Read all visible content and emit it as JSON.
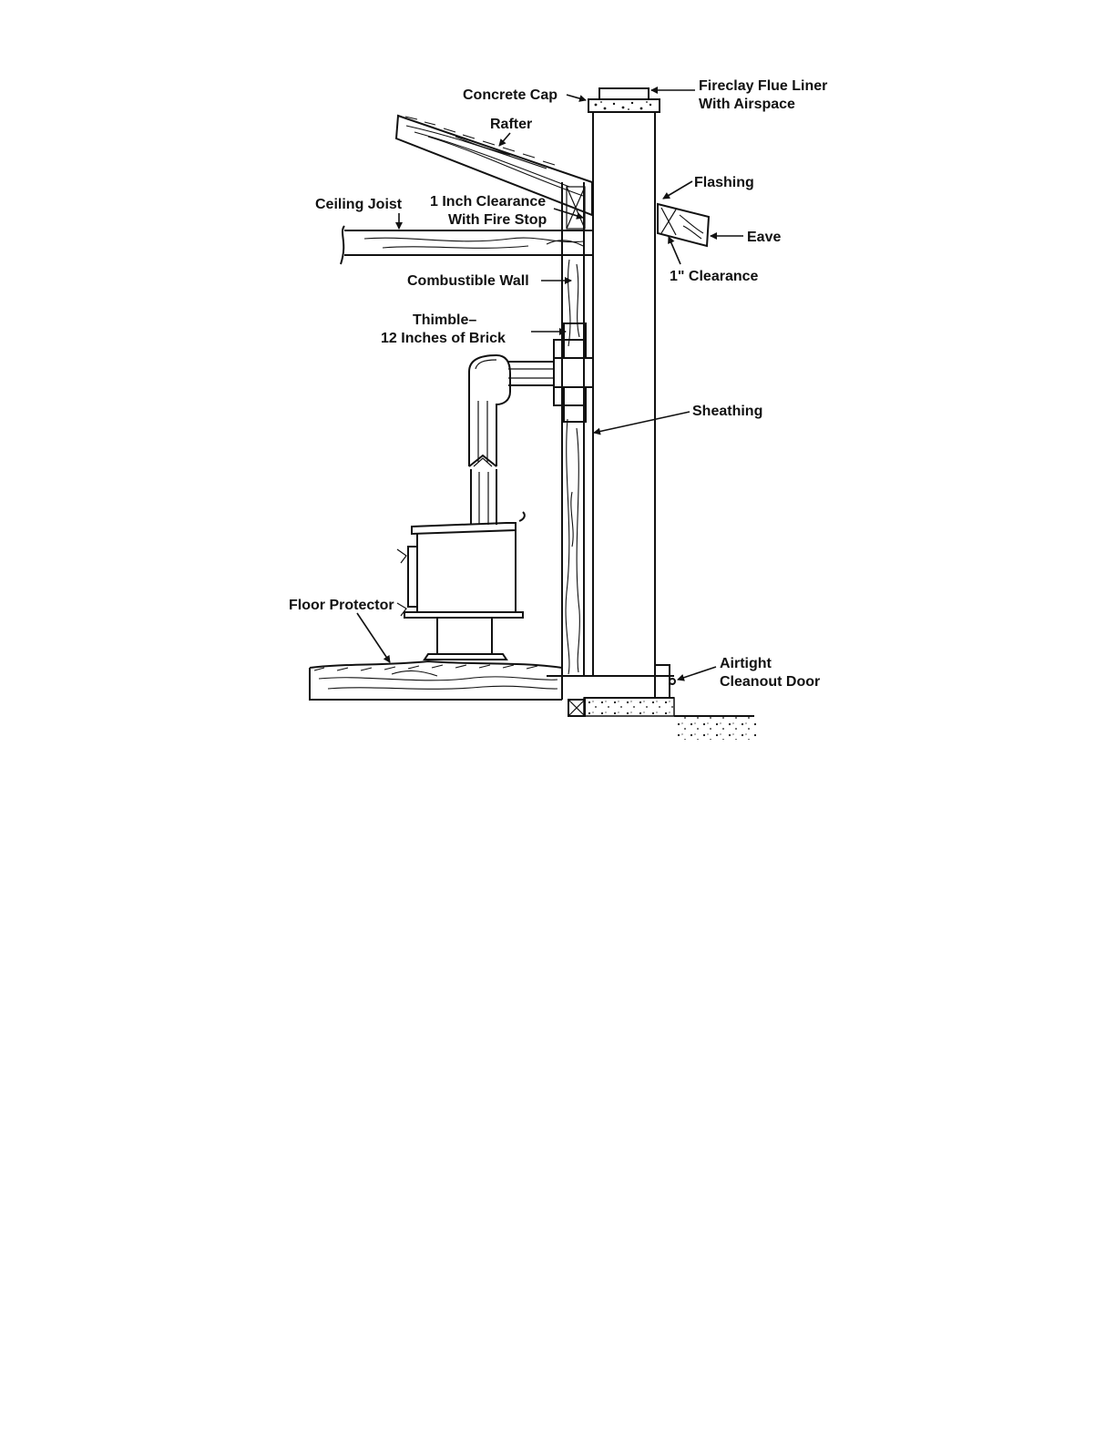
{
  "diagram": {
    "labels": {
      "concrete_cap": "Concrete Cap",
      "fireclay_1": "Fireclay Flue Liner",
      "fireclay_2": "With Airspace",
      "rafter": "Rafter",
      "flashing": "Flashing",
      "ceiling_joist": "Ceiling Joist",
      "clearance_1": "1 Inch Clearance",
      "clearance_2": "With Fire Stop",
      "eave": "Eave",
      "one_inch_clearance": "1\" Clearance",
      "combustible_wall": "Combustible Wall",
      "thimble_1": "Thimble–",
      "thimble_2": "12 Inches of Brick",
      "sheathing": "Sheathing",
      "floor_protector": "Floor Protector",
      "cleanout_1": "Airtight",
      "cleanout_2": "Cleanout Door"
    }
  }
}
